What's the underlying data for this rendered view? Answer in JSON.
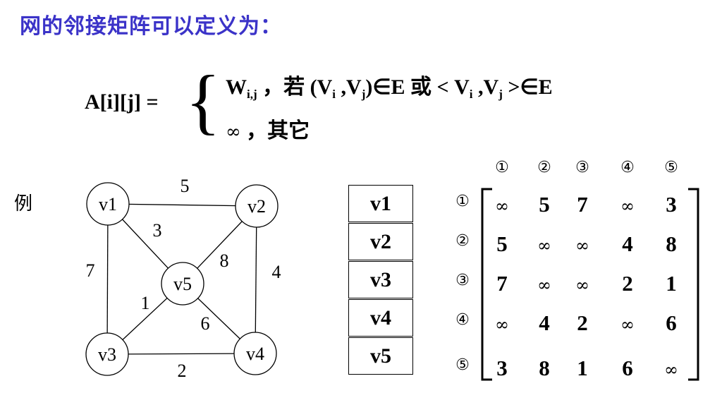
{
  "title": "网的邻接矩阵可以定义为：",
  "formula": {
    "lhs": "A[i][j] =",
    "case1_w": "W",
    "case1_w_sub": "i,j",
    "case1_cond_a": " ，若 (V",
    "case1_sub_i1": "i",
    "case1_comma": " ,V",
    "case1_sub_j1": "j",
    "case1_cond_b": ")∈E 或 < V",
    "case1_sub_i2": "i",
    "case1_comma2": " ,V",
    "case1_sub_j2": "j",
    "case1_cond_c": " >∈E",
    "case2_inf": "∞",
    "case2_text": "  ，其它"
  },
  "example_label": "例",
  "graph": {
    "nodes": [
      "v1",
      "v2",
      "v3",
      "v4",
      "v5"
    ],
    "edges": [
      {
        "from": "v1",
        "to": "v2",
        "weight": "5"
      },
      {
        "from": "v1",
        "to": "v3",
        "weight": "7"
      },
      {
        "from": "v1",
        "to": "v5",
        "weight": "3"
      },
      {
        "from": "v2",
        "to": "v4",
        "weight": "4"
      },
      {
        "from": "v2",
        "to": "v5",
        "weight": "8"
      },
      {
        "from": "v3",
        "to": "v4",
        "weight": "2"
      },
      {
        "from": "v3",
        "to": "v5",
        "weight": "1"
      },
      {
        "from": "v4",
        "to": "v5",
        "weight": "6"
      }
    ]
  },
  "vertex_list": [
    "v1",
    "v2",
    "v3",
    "v4",
    "v5"
  ],
  "matrix": {
    "col_headers": [
      "①",
      "②",
      "③",
      "④",
      "⑤"
    ],
    "row_headers": [
      "①",
      "②",
      "③",
      "④",
      "⑤"
    ],
    "rows": [
      [
        "∞",
        "5",
        "7",
        "∞",
        "3"
      ],
      [
        "5",
        "∞",
        "∞",
        "4",
        "8"
      ],
      [
        "7",
        "∞",
        "∞",
        "2",
        "1"
      ],
      [
        "∞",
        "4",
        "2",
        "∞",
        "6"
      ],
      [
        "3",
        "8",
        "1",
        "6",
        "∞"
      ]
    ]
  },
  "colors": {
    "title": "#3b33c8"
  }
}
